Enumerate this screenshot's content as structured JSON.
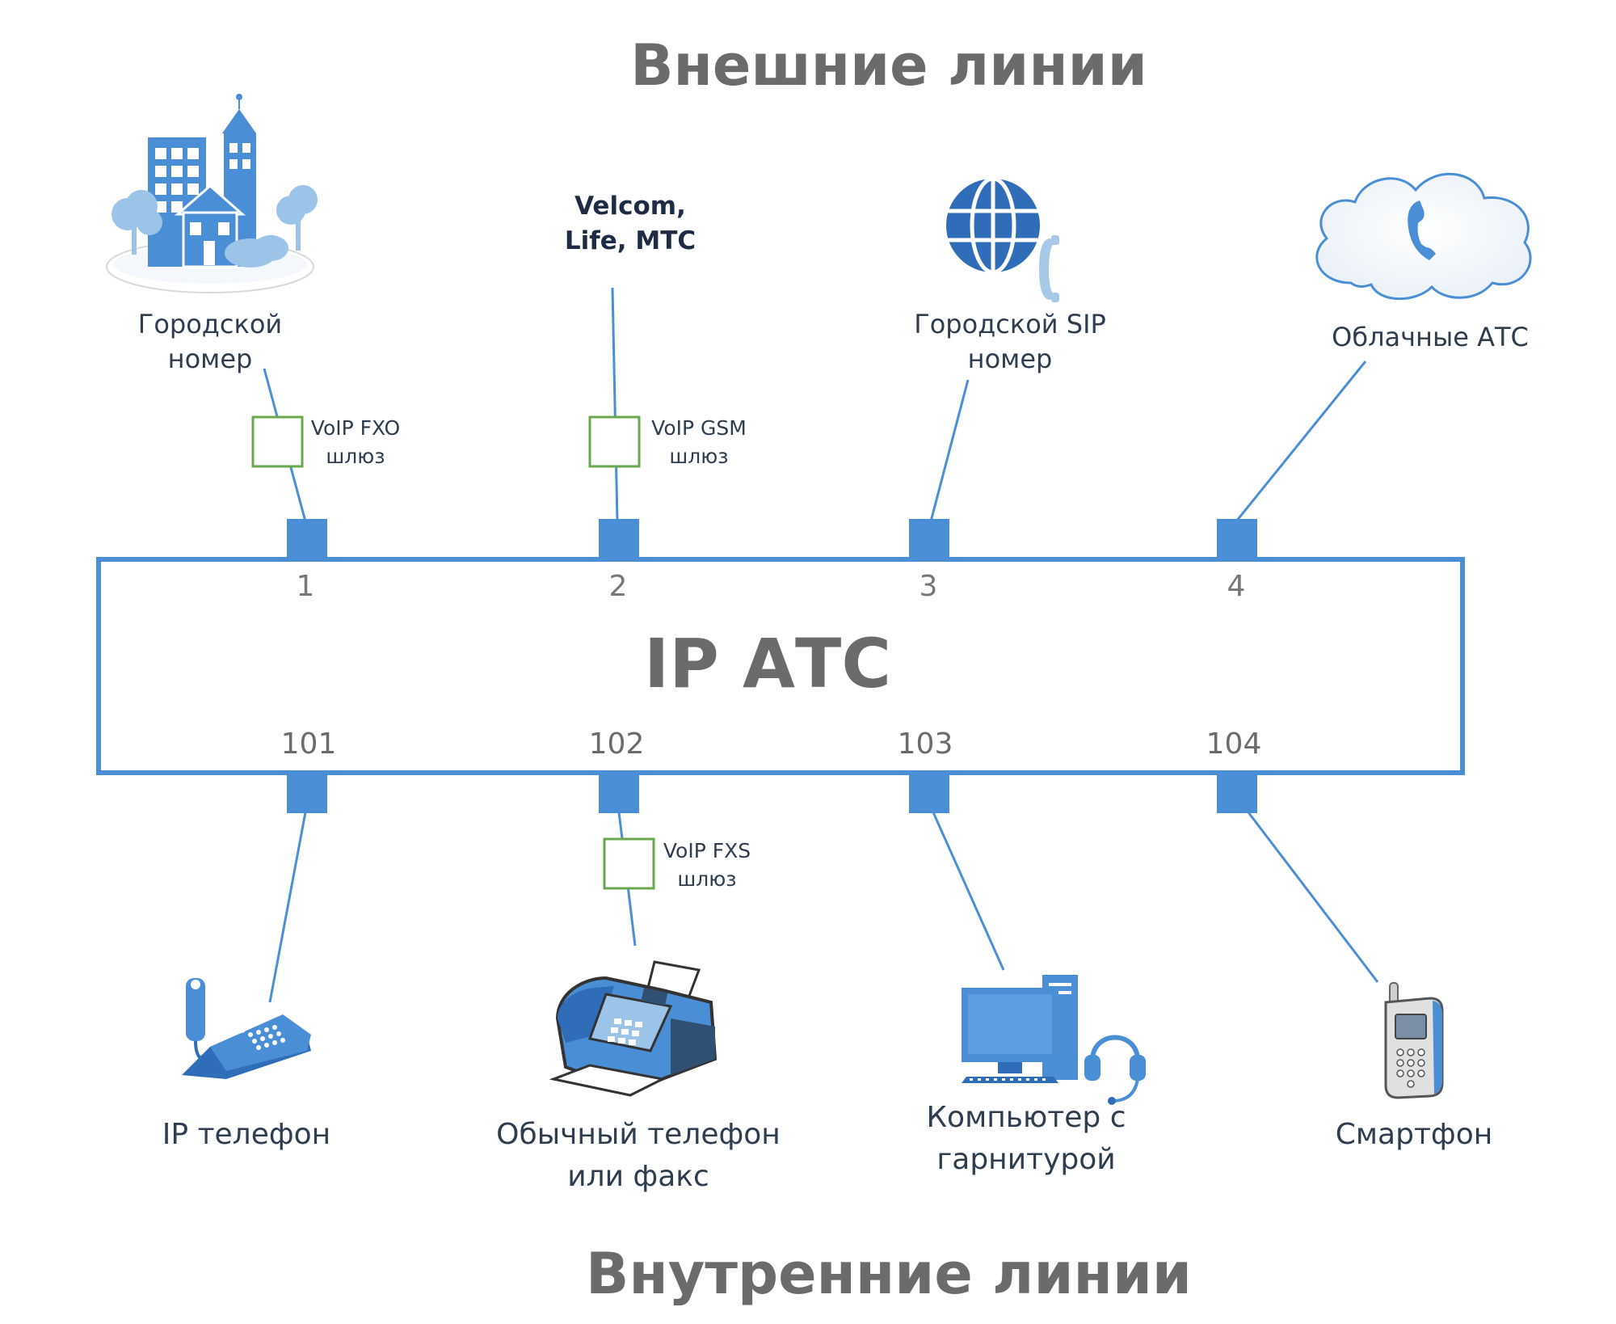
{
  "titles": {
    "external": "Внешние линии",
    "internal": "Внутренние линии",
    "pbx": "IP АТС"
  },
  "external_nodes": [
    {
      "name": "city-number",
      "label": "Городской номер",
      "icon": "city-buildings-icon"
    },
    {
      "name": "mobile-operators",
      "label": "Velcom, Life, МТС"
    },
    {
      "name": "city-sip",
      "label": "Городской SIP номер",
      "icon": "globe-phone-icon"
    },
    {
      "name": "cloud-pbx",
      "label": "Облачные АТС",
      "icon": "cloud-phone-icon"
    }
  ],
  "gateways": [
    {
      "name": "voip-fxo",
      "line1": "VoIP FXO",
      "line2": "шлюз"
    },
    {
      "name": "voip-gsm",
      "line1": "VoIP GSM",
      "line2": "шлюз"
    },
    {
      "name": "voip-fxs",
      "line1": "VoIP FXS",
      "line2": "шлюз"
    }
  ],
  "ports_top": [
    "1",
    "2",
    "3",
    "4"
  ],
  "ports_bottom": [
    "101",
    "102",
    "103",
    "104"
  ],
  "internal_nodes": [
    {
      "name": "ip-phone",
      "label": "IP телефон",
      "icon": "ip-phone-icon"
    },
    {
      "name": "fax",
      "label": "Обычный телефон или факс",
      "icon": "fax-icon"
    },
    {
      "name": "pc-headset",
      "label": "Компьютер с гарнитурой",
      "icon": "computer-headset-icon"
    },
    {
      "name": "smartphone",
      "label": "Смартфон",
      "icon": "mobile-phone-icon"
    }
  ],
  "colors": {
    "accent": "#4a8fd6",
    "gateway": "#6aa84f",
    "line": "#4a8fd6",
    "title": "#6b6b6b"
  }
}
